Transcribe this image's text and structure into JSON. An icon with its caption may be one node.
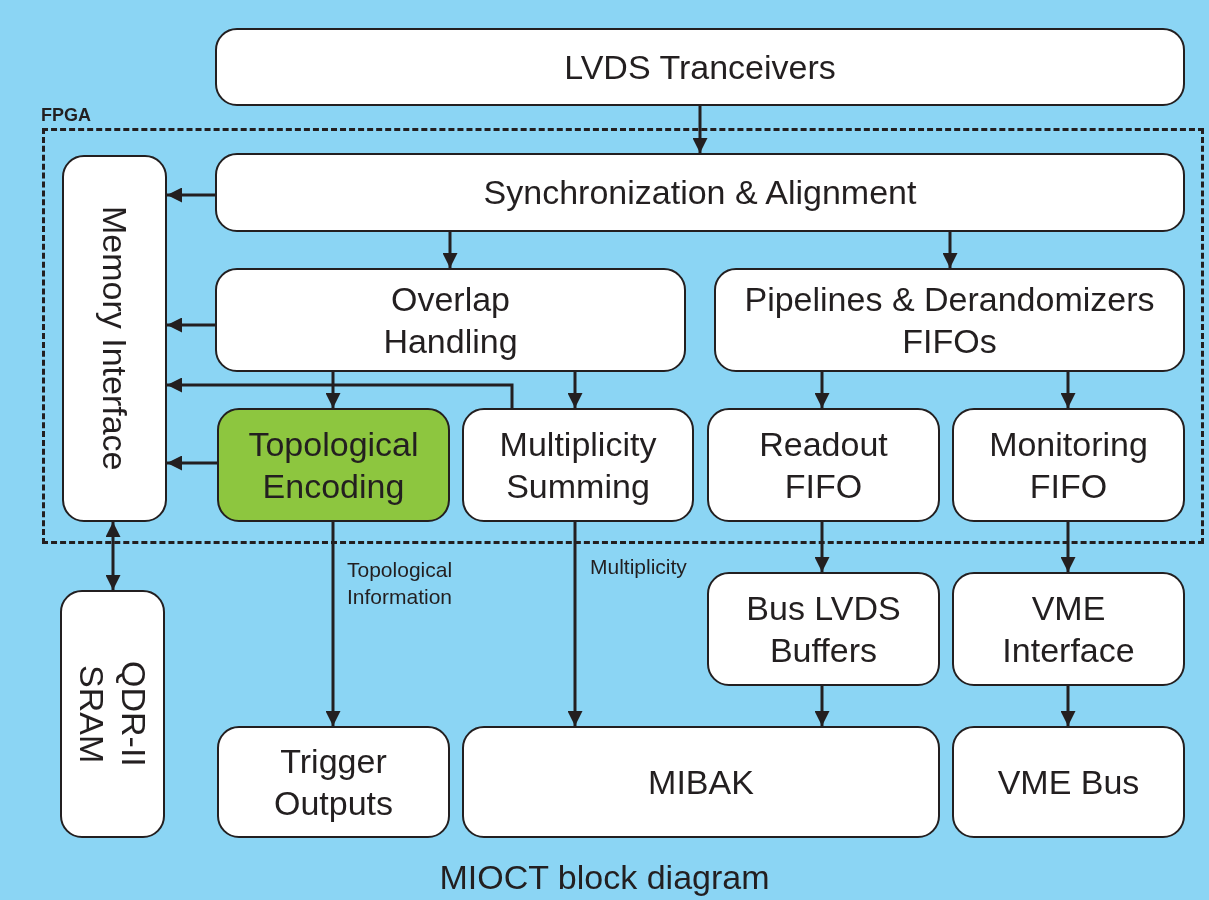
{
  "diagram": {
    "caption": "MIOCT block diagram",
    "nodes": [
      {
        "text": [
          "LVDS Tranceivers"
        ]
      },
      {
        "text": [
          "FPGA"
        ]
      },
      {
        "text": [
          "Memory Interface"
        ],
        "in": 1
      },
      {
        "text": [
          "Synchronization & Alignment"
        ],
        "in": 1
      },
      {
        "text": [
          "Overlap Handling"
        ],
        "in": 1
      },
      {
        "text": [
          "Pipelines & Derandomizers FIFOs"
        ],
        "in": 1
      },
      {
        "text": [
          "Topological Encoding"
        ],
        "in": 1
      },
      {
        "text": [
          "Multiplicity Summing"
        ],
        "in": 1
      },
      {
        "text": [
          "Readout FIFO"
        ],
        "in": 1
      },
      {
        "text": [
          "Monitoring FIFO"
        ],
        "in": 1
      },
      {
        "text": [
          "QDR-II SRAM"
        ]
      },
      {
        "text": [
          "Bus LVDS Buffers"
        ]
      },
      {
        "text": [
          "VME Interface"
        ]
      },
      {
        "text": [
          "Trigger Outputs"
        ]
      },
      {
        "text": [
          "MIBAK"
        ]
      },
      {
        "text": [
          "VME Bus"
        ]
      }
    ],
    "edges": [
      {
        "from": 0,
        "to": 3,
        "arrow": "to"
      },
      {
        "from": 3,
        "to": 2,
        "arrow": "to"
      },
      {
        "from": 3,
        "to": 4,
        "arrow": "to"
      },
      {
        "from": 3,
        "to": 5,
        "arrow": "to"
      },
      {
        "from": 4,
        "to": 2,
        "arrow": "to"
      },
      {
        "from": 4,
        "to": 6,
        "arrow": "to"
      },
      {
        "from": 4,
        "to": 7,
        "arrow": "to"
      },
      {
        "from": 7,
        "to": 2,
        "arrow": "to"
      },
      {
        "from": 6,
        "to": 2,
        "arrow": "to"
      },
      {
        "from": 5,
        "to": 8,
        "arrow": "to"
      },
      {
        "from": 5,
        "to": 9,
        "arrow": "to"
      },
      {
        "from": 2,
        "to": 10,
        "arrow": "both"
      },
      {
        "from": 6,
        "to": 13,
        "arrow": "to",
        "label": "Topological Information"
      },
      {
        "from": 7,
        "to": 14,
        "arrow": "to",
        "label": "Multiplicity"
      },
      {
        "from": 8,
        "to": 11,
        "arrow": "to"
      },
      {
        "from": 9,
        "to": 12,
        "arrow": "to"
      },
      {
        "from": 11,
        "to": 14,
        "arrow": "to"
      },
      {
        "from": 12,
        "to": 15,
        "arrow": "to"
      }
    ]
  }
}
